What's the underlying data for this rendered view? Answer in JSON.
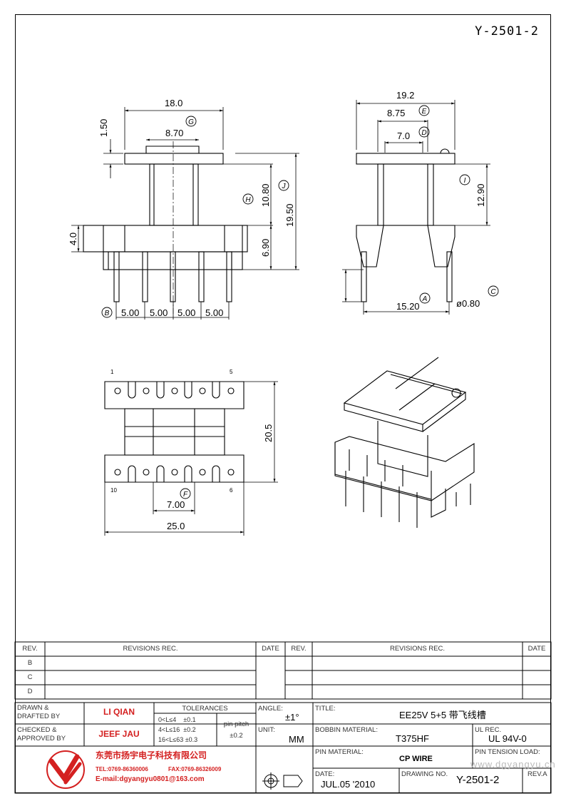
{
  "drawing_number_top": "Y-2501-2",
  "colors": {
    "company_red": "#d42020",
    "line": "#000000"
  },
  "views": {
    "front": {
      "dims": [
        "18.0",
        "8.70",
        "1.50",
        "10.80",
        "19.50",
        "4.0",
        "6.90",
        "5.00",
        "5.00",
        "5.00",
        "5.00"
      ],
      "markers": [
        "G",
        "H",
        "J",
        "B"
      ]
    },
    "side": {
      "dims": [
        "19.2",
        "8.75",
        "7.0",
        "12.90",
        "15.20",
        "ø0.80"
      ],
      "markers": [
        "E",
        "D",
        "I",
        "A",
        "C"
      ]
    },
    "top": {
      "dims": [
        "20.5",
        "7.00",
        "25.0"
      ],
      "markers": [
        "F"
      ],
      "pin_numbers": [
        "1",
        "5",
        "10",
        "6"
      ]
    }
  },
  "revisions": {
    "headers": {
      "rev": "REV.",
      "revisions": "REVISIONS   REC.",
      "date": "DATE"
    },
    "rows": [
      "B",
      "C",
      "D"
    ]
  },
  "title_block": {
    "drawn_label": "DRAWN  &\nDRAFTED  BY",
    "drawn_value": "LI QIAN",
    "checked_label": "CHECKED  &\nAPPROVED  BY",
    "checked_value": "JEEF JAU",
    "tolerances_label": "TOLERANCES",
    "tol_rows": [
      "0<L≤4    ±0.1",
      "4<L≤16  ±0.2",
      "16<L≤63 ±0.3"
    ],
    "pin_pitch_label": "pin  pitch",
    "pin_pitch_value": "±0.2",
    "angle_label": "ANGLE:",
    "angle_value": "±1°",
    "unit_label": "UNIT:",
    "unit_value": "MM",
    "title_label": "TITLE:",
    "title_value": "EE25V  5+5  带飞线槽",
    "bobbin_label": "BOBBIN MATERIAL:",
    "bobbin_value": "T375HF",
    "ul_label": "UL REC.",
    "ul_value": "UL 94V-0",
    "pin_material_label": "PIN MATERIAL:",
    "pin_material_value": "CP WIRE",
    "pin_tension_label": "PIN TENSION LOAD:",
    "date_label": "DATE:",
    "date_value": "JUL.05  '2010",
    "drawing_no_label": "DRAWING  NO.",
    "drawing_no_value": "Y-2501-2",
    "rev_label": "REV.A",
    "company_name": "东莞市扬宇电子科技有限公司",
    "company_tel": "TEL:0769-86360006",
    "company_fax": "FAX:0769-86326009",
    "company_email": "E-mail:dgyangyu0801@163.com",
    "watermark": "www.dgyangyu.cn"
  }
}
